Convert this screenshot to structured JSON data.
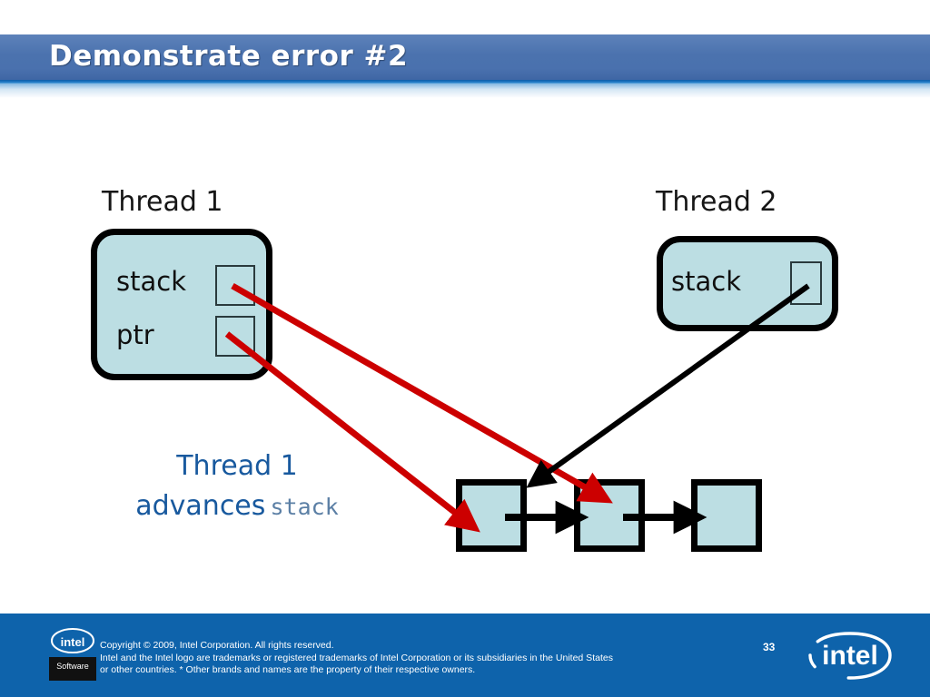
{
  "slide": {
    "title": "Demonstrate error #2",
    "page_number": "33",
    "background_color": "#ffffff",
    "title_bar_color": "#4a71ae",
    "footer_color": "#0e63ab"
  },
  "diagram": {
    "thread1": {
      "label": "Thread 1",
      "box_fill": "#bcdee3",
      "slots": [
        {
          "name": "stack",
          "label": "stack"
        },
        {
          "name": "ptr",
          "label": "ptr"
        }
      ]
    },
    "thread2": {
      "label": "Thread 2",
      "box_fill": "#bcdee3",
      "slots": [
        {
          "name": "stack",
          "label": "stack"
        }
      ]
    },
    "annotation": {
      "line1": "Thread 1",
      "line2_sans": "advances",
      "line2_mono": "stack",
      "color": "#18599e",
      "mono_color": "#5b7fa5"
    },
    "list_nodes": [
      {
        "id": "node-1",
        "label": ""
      },
      {
        "id": "node-2",
        "label": ""
      },
      {
        "id": "node-3",
        "label": ""
      }
    ],
    "arrows": [
      {
        "name": "thread1-stack-to-node2",
        "color": "#cc0000",
        "from": "thread1.stack",
        "to": "node-2"
      },
      {
        "name": "thread1-ptr-to-node1",
        "color": "#cc0000",
        "from": "thread1.ptr",
        "to": "node-1"
      },
      {
        "name": "thread2-stack-to-node-gap",
        "color": "#000000",
        "from": "thread2.stack",
        "to": "node-1-node-2-gap"
      },
      {
        "name": "node1-to-node2-link",
        "color": "#000000",
        "from": "node-1",
        "to": "node-2"
      },
      {
        "name": "node2-to-node3-link",
        "color": "#000000",
        "from": "node-2",
        "to": "node-3"
      }
    ]
  },
  "footer": {
    "legal_line1": "Copyright © 2009, Intel Corporation. All rights reserved.",
    "legal_line2": "Intel and the Intel logo are trademarks or registered trademarks of Intel Corporation or its subsidiaries in the United States",
    "legal_line3": "or other countries. * Other brands and names are the property of their respective owners.",
    "software_logo_text": "Software",
    "intel_wordmark": "intel"
  }
}
